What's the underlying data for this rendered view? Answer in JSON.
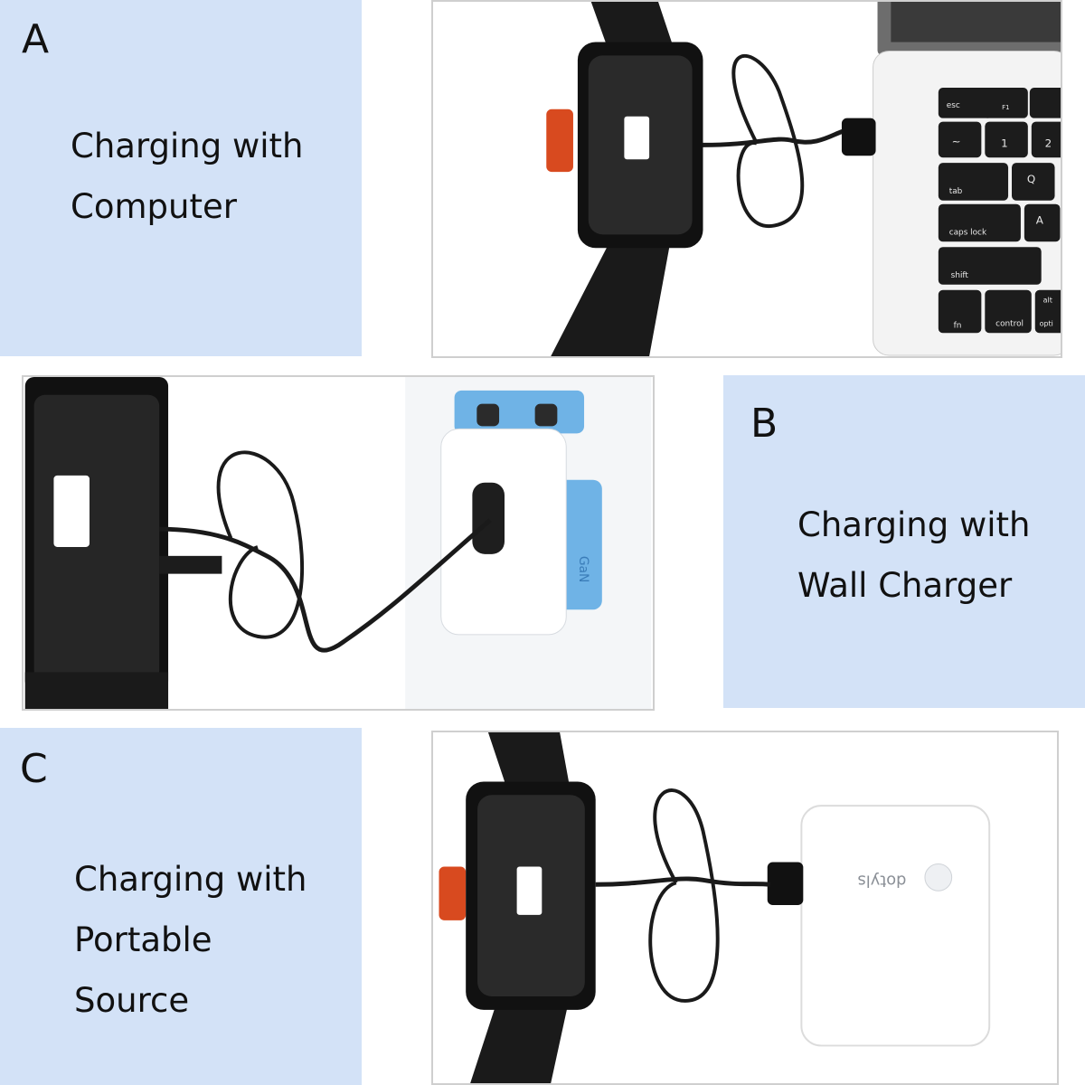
{
  "sections": [
    {
      "letter": "A",
      "caption_lines": [
        "Charging with",
        "Computer"
      ]
    },
    {
      "letter": "B",
      "caption_lines": [
        "Charging with",
        "Wall Charger"
      ]
    },
    {
      "letter": "C",
      "caption_lines": [
        "Charging with",
        "Portable",
        "Source"
      ]
    }
  ],
  "keyboard_keys": {
    "esc": "esc",
    "tab": "tab",
    "caps_lock": "caps lock",
    "shift": "shift",
    "fn": "fn",
    "control": "control",
    "opt": "opti",
    "alt": "alt",
    "q": "Q",
    "a": "A",
    "one": "1",
    "two": "2",
    "tilde": "~",
    "f1": "F1"
  },
  "power_bank_brand": "dotyls",
  "wall_charger_label": "GaN"
}
